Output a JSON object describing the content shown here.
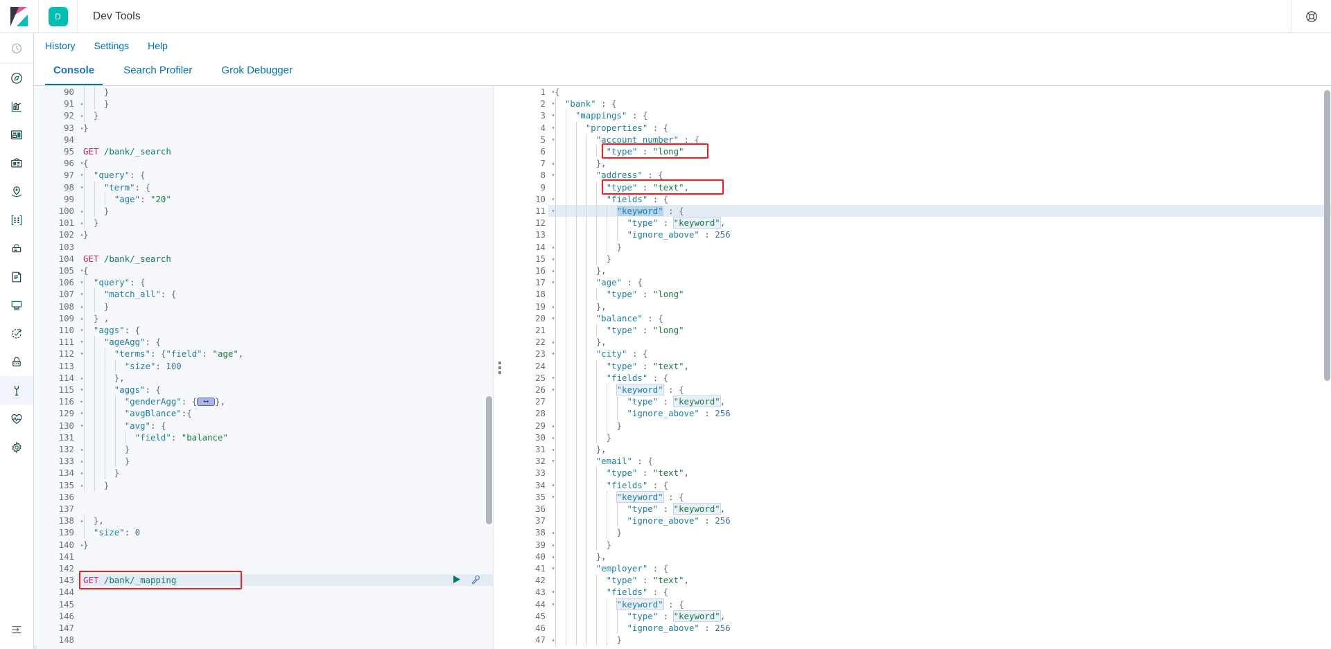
{
  "header": {
    "logo_name": "kibana-logo",
    "space_badge": "D",
    "app_title": "Dev Tools",
    "help_icon": "help-lifebuoy-icon"
  },
  "rail": {
    "top_icon": "recently-viewed-clock-icon",
    "items": [
      {
        "icon": "discover-compass-icon",
        "active": false
      },
      {
        "icon": "visualize-chart-icon",
        "active": false
      },
      {
        "icon": "dashboard-icon",
        "active": false
      },
      {
        "icon": "canvas-icon",
        "active": false
      },
      {
        "icon": "maps-icon",
        "active": false
      },
      {
        "icon": "machine-learning-icon",
        "active": false
      },
      {
        "icon": "infrastructure-cloud-icon",
        "active": false
      },
      {
        "icon": "logs-document-icon",
        "active": false
      },
      {
        "icon": "apm-monitor-icon",
        "active": false
      },
      {
        "icon": "uptime-check-icon",
        "active": false
      },
      {
        "icon": "siem-lock-icon",
        "active": false
      },
      {
        "icon": "dev-tools-wrench-icon",
        "active": true
      },
      {
        "icon": "monitoring-heartbeat-icon",
        "active": false
      },
      {
        "icon": "management-gear-icon",
        "active": false
      }
    ],
    "collapse_icon": "collapse-arrow-icon"
  },
  "menu": {
    "items": [
      {
        "label": "History"
      },
      {
        "label": "Settings"
      },
      {
        "label": "Help"
      }
    ]
  },
  "tabs": [
    {
      "label": "Console",
      "active": true
    },
    {
      "label": "Search Profiler",
      "active": false
    },
    {
      "label": "Grok Debugger",
      "active": false
    }
  ],
  "editor": {
    "name": "console-request-editor",
    "first_visible_line": 90,
    "current_line": 143,
    "current_line_text": "GET /bank/_mapping",
    "run_button": "play-triangle-icon",
    "wrench_button": "wrench-icon",
    "lines": [
      {
        "n": 90,
        "fold": "",
        "indent": 2,
        "text": "}",
        "partial": true
      },
      {
        "n": 91,
        "fold": "up",
        "indent": 2,
        "text": "}"
      },
      {
        "n": 92,
        "fold": "up",
        "indent": 1,
        "text": "}"
      },
      {
        "n": 93,
        "fold": "up",
        "indent": 0,
        "text": "}"
      },
      {
        "n": 94,
        "fold": "",
        "indent": 0,
        "text": ""
      },
      {
        "n": 95,
        "fold": "",
        "indent": 0,
        "text": "GET /bank/_search",
        "kind": "req"
      },
      {
        "n": 96,
        "fold": "down",
        "indent": 0,
        "text": "{"
      },
      {
        "n": 97,
        "fold": "down",
        "indent": 1,
        "text": "\"query\": {"
      },
      {
        "n": 98,
        "fold": "down",
        "indent": 2,
        "text": "\"term\": {"
      },
      {
        "n": 99,
        "fold": "",
        "indent": 3,
        "text": "\"age\": \"20\""
      },
      {
        "n": 100,
        "fold": "up",
        "indent": 2,
        "text": "}"
      },
      {
        "n": 101,
        "fold": "up",
        "indent": 1,
        "text": "}"
      },
      {
        "n": 102,
        "fold": "up",
        "indent": 0,
        "text": "}"
      },
      {
        "n": 103,
        "fold": "",
        "indent": 0,
        "text": ""
      },
      {
        "n": 104,
        "fold": "",
        "indent": 0,
        "text": "GET /bank/_search",
        "kind": "req"
      },
      {
        "n": 105,
        "fold": "down",
        "indent": 0,
        "text": "{"
      },
      {
        "n": 106,
        "fold": "down",
        "indent": 1,
        "text": "\"query\": {"
      },
      {
        "n": 107,
        "fold": "down",
        "indent": 2,
        "text": "\"match_all\": {"
      },
      {
        "n": 108,
        "fold": "up",
        "indent": 2,
        "text": "}"
      },
      {
        "n": 109,
        "fold": "up",
        "indent": 1,
        "text": "} ,"
      },
      {
        "n": 110,
        "fold": "down",
        "indent": 1,
        "text": "\"aggs\": {"
      },
      {
        "n": 111,
        "fold": "down",
        "indent": 2,
        "text": "\"ageAgg\": {"
      },
      {
        "n": 112,
        "fold": "down",
        "indent": 3,
        "text": "\"terms\": {\"field\": \"age\","
      },
      {
        "n": 113,
        "fold": "",
        "indent": 4,
        "text": "\"size\": 100"
      },
      {
        "n": 114,
        "fold": "up",
        "indent": 3,
        "text": "},"
      },
      {
        "n": 115,
        "fold": "down",
        "indent": 3,
        "text": "\"aggs\": {"
      },
      {
        "n": 116,
        "fold": "right",
        "indent": 4,
        "text": "\"genderAgg\": {",
        "folded": true,
        "suffix": "},"
      },
      {
        "n": 129,
        "fold": "down",
        "indent": 4,
        "text": "\"avgBlance\":{"
      },
      {
        "n": 130,
        "fold": "down",
        "indent": 4,
        "text": "\"avg\": {"
      },
      {
        "n": 131,
        "fold": "",
        "indent": 5,
        "text": "\"field\": \"balance\""
      },
      {
        "n": 132,
        "fold": "up",
        "indent": 4,
        "text": "}"
      },
      {
        "n": 133,
        "fold": "up",
        "indent": 4,
        "text": "}"
      },
      {
        "n": 134,
        "fold": "up",
        "indent": 3,
        "text": "}"
      },
      {
        "n": 135,
        "fold": "up",
        "indent": 2,
        "text": "}"
      },
      {
        "n": 136,
        "fold": "",
        "indent": 0,
        "text": ""
      },
      {
        "n": 137,
        "fold": "",
        "indent": 0,
        "text": ""
      },
      {
        "n": 138,
        "fold": "up",
        "indent": 1,
        "text": "},"
      },
      {
        "n": 139,
        "fold": "",
        "indent": 1,
        "text": "\"size\": 0"
      },
      {
        "n": 140,
        "fold": "up",
        "indent": 0,
        "text": "}"
      },
      {
        "n": 141,
        "fold": "",
        "indent": 0,
        "text": ""
      },
      {
        "n": 142,
        "fold": "",
        "indent": 0,
        "text": ""
      },
      {
        "n": 143,
        "fold": "",
        "indent": 0,
        "text": "GET /bank/_mapping",
        "kind": "req",
        "current": true
      },
      {
        "n": 144,
        "fold": "",
        "indent": 0,
        "text": ""
      },
      {
        "n": 145,
        "fold": "",
        "indent": 0,
        "text": ""
      },
      {
        "n": 146,
        "fold": "",
        "indent": 0,
        "text": ""
      },
      {
        "n": 147,
        "fold": "",
        "indent": 0,
        "text": ""
      },
      {
        "n": 148,
        "fold": "",
        "indent": 0,
        "text": ""
      }
    ]
  },
  "response": {
    "name": "console-response-viewer",
    "highlight_line": 11,
    "lines": [
      {
        "n": 1,
        "fold": "down",
        "indent": 0,
        "text": "{"
      },
      {
        "n": 2,
        "fold": "down",
        "indent": 1,
        "text": "\"bank\" : {"
      },
      {
        "n": 3,
        "fold": "down",
        "indent": 2,
        "text": "\"mappings\" : {"
      },
      {
        "n": 4,
        "fold": "down",
        "indent": 3,
        "text": "\"properties\" : {"
      },
      {
        "n": 5,
        "fold": "down",
        "indent": 4,
        "text": "\"account_number\" : {"
      },
      {
        "n": 6,
        "fold": "",
        "indent": 5,
        "text": "\"type\" : \"long\""
      },
      {
        "n": 7,
        "fold": "up",
        "indent": 4,
        "text": "},"
      },
      {
        "n": 8,
        "fold": "down",
        "indent": 4,
        "text": "\"address\" : {"
      },
      {
        "n": 9,
        "fold": "",
        "indent": 5,
        "text": "\"type\" : \"text\","
      },
      {
        "n": 10,
        "fold": "down",
        "indent": 5,
        "text": "\"fields\" : {"
      },
      {
        "n": 11,
        "fold": "down",
        "indent": 6,
        "text": "\"keyword\" : {",
        "selected": true
      },
      {
        "n": 12,
        "fold": "",
        "indent": 7,
        "text": "\"type\" : \"keyword\",",
        "boxed": true
      },
      {
        "n": 13,
        "fold": "",
        "indent": 7,
        "text": "\"ignore_above\" : 256"
      },
      {
        "n": 14,
        "fold": "up",
        "indent": 6,
        "text": "}"
      },
      {
        "n": 15,
        "fold": "up",
        "indent": 5,
        "text": "}"
      },
      {
        "n": 16,
        "fold": "up",
        "indent": 4,
        "text": "},"
      },
      {
        "n": 17,
        "fold": "down",
        "indent": 4,
        "text": "\"age\" : {"
      },
      {
        "n": 18,
        "fold": "",
        "indent": 5,
        "text": "\"type\" : \"long\""
      },
      {
        "n": 19,
        "fold": "up",
        "indent": 4,
        "text": "},"
      },
      {
        "n": 20,
        "fold": "down",
        "indent": 4,
        "text": "\"balance\" : {"
      },
      {
        "n": 21,
        "fold": "",
        "indent": 5,
        "text": "\"type\" : \"long\""
      },
      {
        "n": 22,
        "fold": "up",
        "indent": 4,
        "text": "},"
      },
      {
        "n": 23,
        "fold": "down",
        "indent": 4,
        "text": "\"city\" : {"
      },
      {
        "n": 24,
        "fold": "",
        "indent": 5,
        "text": "\"type\" : \"text\","
      },
      {
        "n": 25,
        "fold": "down",
        "indent": 5,
        "text": "\"fields\" : {"
      },
      {
        "n": 26,
        "fold": "down",
        "indent": 6,
        "text": "\"keyword\" : {",
        "boxed": true
      },
      {
        "n": 27,
        "fold": "",
        "indent": 7,
        "text": "\"type\" : \"keyword\",",
        "boxed": true
      },
      {
        "n": 28,
        "fold": "",
        "indent": 7,
        "text": "\"ignore_above\" : 256"
      },
      {
        "n": 29,
        "fold": "up",
        "indent": 6,
        "text": "}"
      },
      {
        "n": 30,
        "fold": "up",
        "indent": 5,
        "text": "}"
      },
      {
        "n": 31,
        "fold": "up",
        "indent": 4,
        "text": "},"
      },
      {
        "n": 32,
        "fold": "down",
        "indent": 4,
        "text": "\"email\" : {"
      },
      {
        "n": 33,
        "fold": "",
        "indent": 5,
        "text": "\"type\" : \"text\","
      },
      {
        "n": 34,
        "fold": "down",
        "indent": 5,
        "text": "\"fields\" : {"
      },
      {
        "n": 35,
        "fold": "down",
        "indent": 6,
        "text": "\"keyword\" : {",
        "boxed": true
      },
      {
        "n": 36,
        "fold": "",
        "indent": 7,
        "text": "\"type\" : \"keyword\",",
        "boxed": true
      },
      {
        "n": 37,
        "fold": "",
        "indent": 7,
        "text": "\"ignore_above\" : 256"
      },
      {
        "n": 38,
        "fold": "up",
        "indent": 6,
        "text": "}"
      },
      {
        "n": 39,
        "fold": "up",
        "indent": 5,
        "text": "}"
      },
      {
        "n": 40,
        "fold": "up",
        "indent": 4,
        "text": "},"
      },
      {
        "n": 41,
        "fold": "down",
        "indent": 4,
        "text": "\"employer\" : {"
      },
      {
        "n": 42,
        "fold": "",
        "indent": 5,
        "text": "\"type\" : \"text\","
      },
      {
        "n": 43,
        "fold": "down",
        "indent": 5,
        "text": "\"fields\" : {"
      },
      {
        "n": 44,
        "fold": "down",
        "indent": 6,
        "text": "\"keyword\" : {",
        "boxed": true
      },
      {
        "n": 45,
        "fold": "",
        "indent": 7,
        "text": "\"type\" : \"keyword\",",
        "boxed": true
      },
      {
        "n": 46,
        "fold": "",
        "indent": 7,
        "text": "\"ignore_above\" : 256"
      },
      {
        "n": 47,
        "fold": "up",
        "indent": 6,
        "text": "}"
      }
    ]
  },
  "annotations": {
    "color": "#ff1a1a",
    "boxes": [
      {
        "name": "annotation-account-number-type",
        "target": "response",
        "line": 6
      },
      {
        "name": "annotation-address-type",
        "target": "response",
        "line": 9
      },
      {
        "name": "annotation-get-bank-mapping",
        "target": "editor",
        "line": 143
      }
    ]
  }
}
